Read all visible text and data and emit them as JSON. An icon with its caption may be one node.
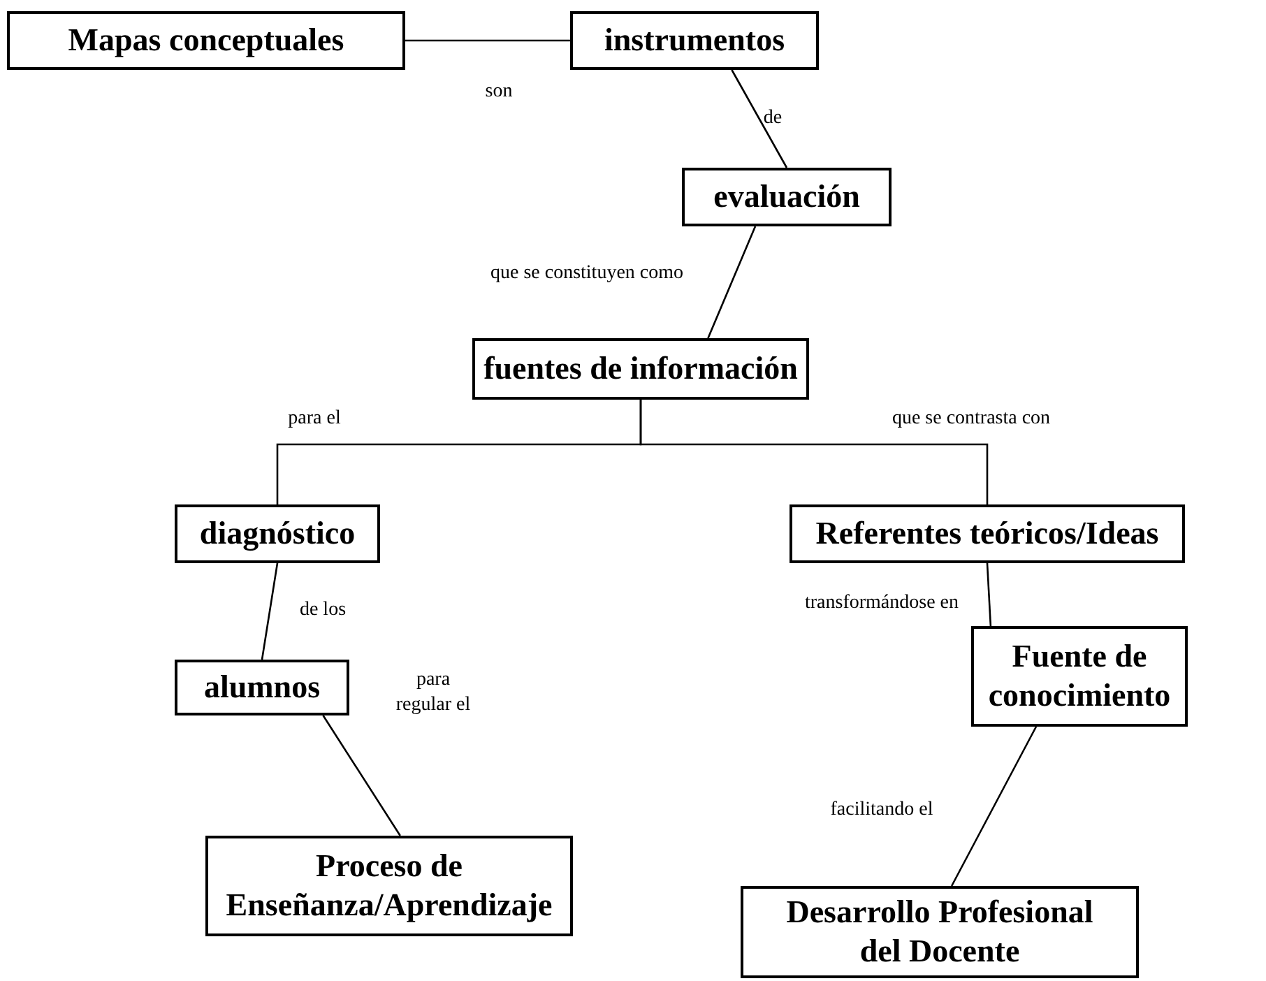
{
  "diagram": {
    "nodes": [
      {
        "text": [
          "Mapas conceptuales"
        ]
      },
      {
        "text": [
          "instrumentos"
        ]
      },
      {
        "text": [
          "evaluación"
        ]
      },
      {
        "text": [
          "fuentes de información"
        ]
      },
      {
        "text": [
          "diagnóstico"
        ]
      },
      {
        "text": [
          "Referentes teóricos/Ideas"
        ]
      },
      {
        "text": [
          "alumnos"
        ]
      },
      {
        "text": [
          "Proceso de Enseñanza/Aprendizaje"
        ]
      },
      {
        "text": [
          "Fuente de conocimiento"
        ]
      },
      {
        "text": [
          "Desarrollo Profesional del Docente"
        ]
      }
    ],
    "edges": [
      {
        "from": 0,
        "to": 1,
        "arrow": "none",
        "label": "son"
      },
      {
        "from": 1,
        "to": 2,
        "arrow": "none",
        "label": "de"
      },
      {
        "from": 2,
        "to": 3,
        "arrow": "none",
        "label": "que se constituyen como"
      },
      {
        "from": 3,
        "to": 4,
        "arrow": "none",
        "label": "para el"
      },
      {
        "from": 3,
        "to": 5,
        "arrow": "none",
        "label": "que se contrasta con"
      },
      {
        "from": 4,
        "to": 6,
        "arrow": "none",
        "label": "de los"
      },
      {
        "from": 6,
        "to": 7,
        "arrow": "none",
        "label": "para regular el"
      },
      {
        "from": 5,
        "to": 8,
        "arrow": "none",
        "label": "transformándose en"
      },
      {
        "from": 8,
        "to": 9,
        "arrow": "none",
        "label": "facilitando el"
      }
    ]
  }
}
